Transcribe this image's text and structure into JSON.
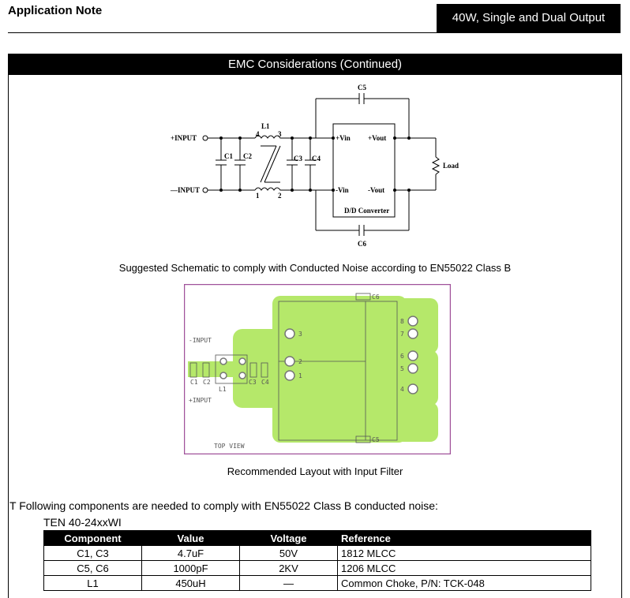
{
  "header": {
    "title": "Application Note",
    "badge": "40W, Single and Dual Output"
  },
  "section": {
    "title": "EMC Considerations (Continued)"
  },
  "schematic": {
    "input_pos": "+INPUT",
    "input_neg": "—INPUT",
    "l1": "L1",
    "c1": "C1",
    "c2": "C2",
    "c3": "C3",
    "c4": "C4",
    "c5": "C5",
    "c6": "C6",
    "pin4": "4",
    "pin3": "3",
    "pin1": "1",
    "pin2": "2",
    "vin_pos": "+Vin",
    "vin_neg": "-Vin",
    "vout_pos": "+Vout",
    "vout_neg": "-Vout",
    "load": "Load",
    "converter": "D/D Converter",
    "caption": "Suggested Schematic to comply with Conducted Noise according to EN55022 Class B"
  },
  "layout": {
    "c5": "C5",
    "c6": "C6",
    "neg_input": "-INPUT",
    "pos_input": "+INPUT",
    "c1": "C1",
    "c2": "C2",
    "c3": "C3",
    "c4": "C4",
    "l1": "L1",
    "top_view": "TOP VIEW",
    "pins": [
      "1",
      "2",
      "3",
      "4",
      "5",
      "6",
      "7",
      "8"
    ],
    "caption": "Recommended Layout with Input Filter",
    "copper_color": "#b5e86a",
    "border_color": "#a0529a"
  },
  "components": {
    "intro": "T Following components are needed to comply with EN55022 Class B conducted noise:",
    "model": "TEN 40-24xxWI",
    "headers": [
      "Component",
      "Value",
      "Voltage",
      "Reference"
    ],
    "rows": [
      [
        "C1, C3",
        "4.7uF",
        "50V",
        "1812 MLCC"
      ],
      [
        "C5, C6",
        "1000pF",
        "2KV",
        "1206 MLCC"
      ],
      [
        "L1",
        "450uH",
        "—",
        "Common Choke, P/N: TCK-048"
      ]
    ]
  }
}
